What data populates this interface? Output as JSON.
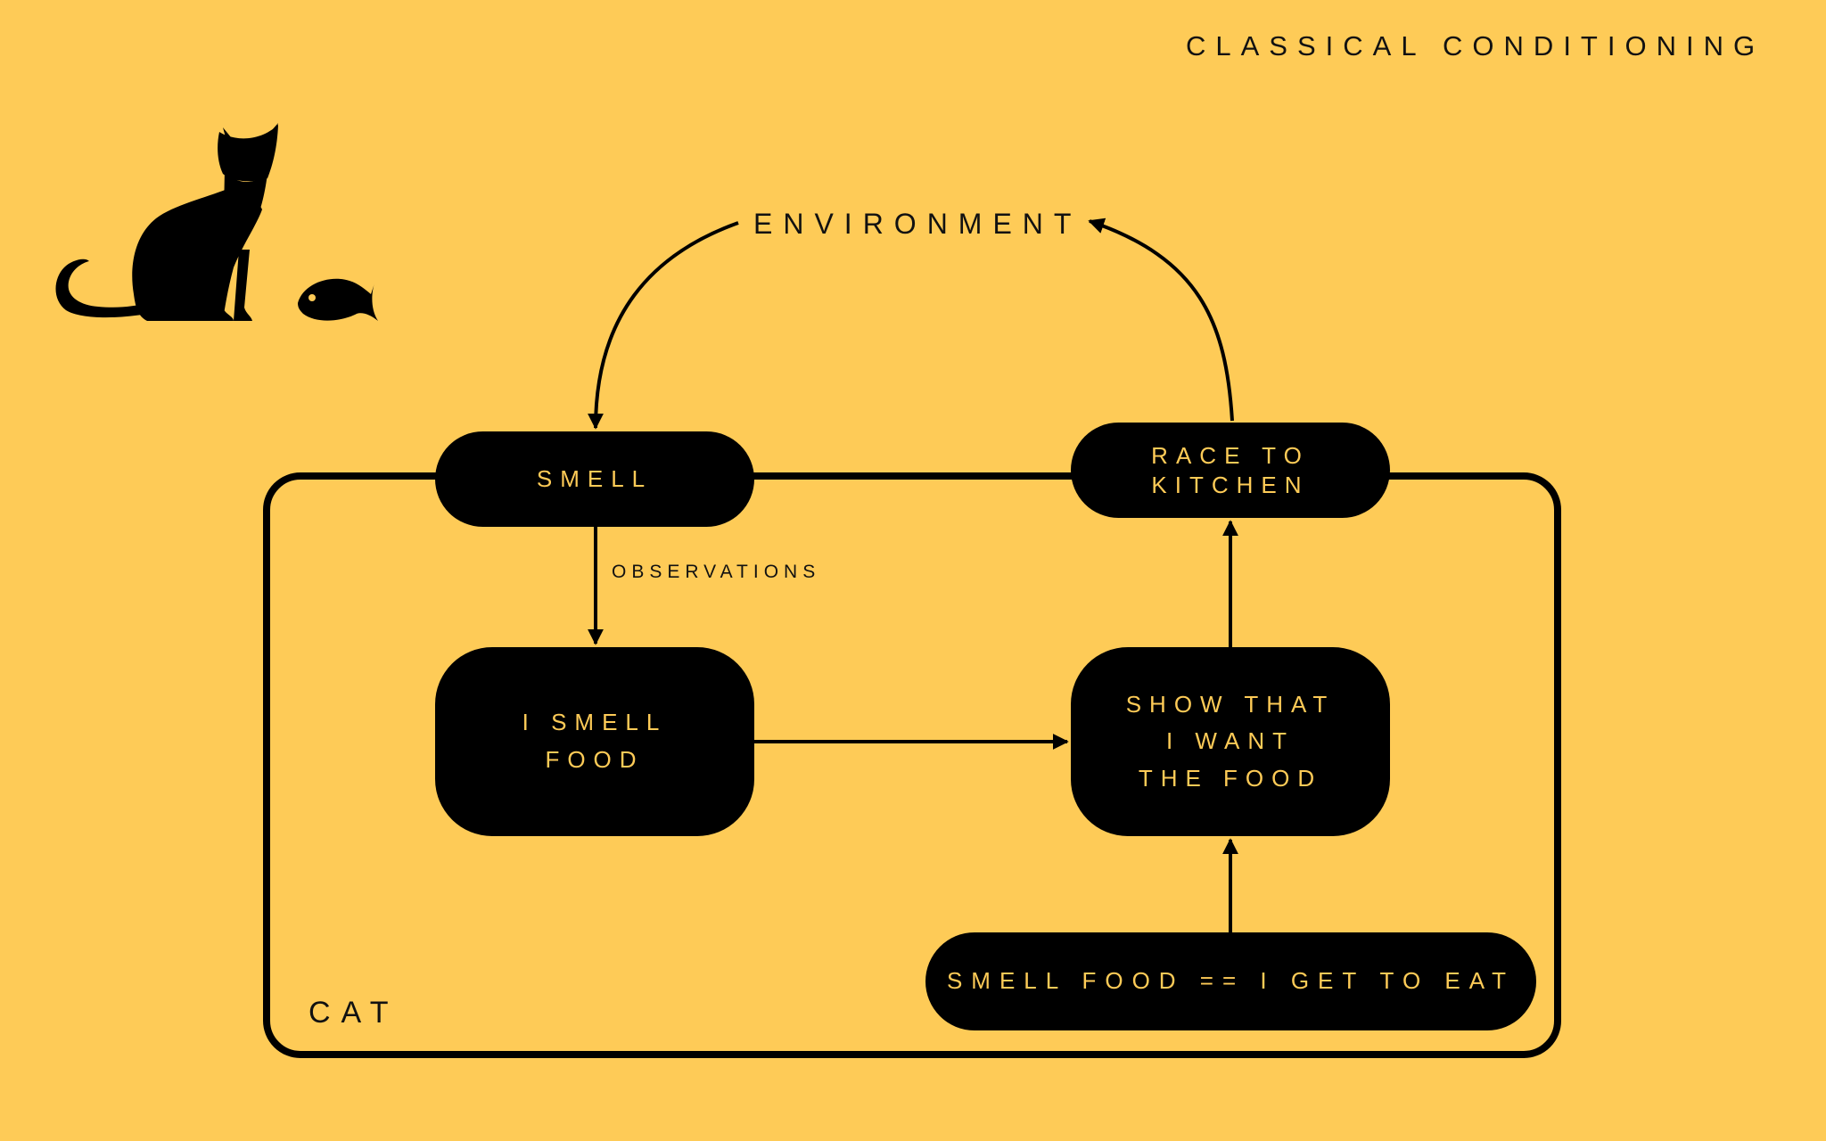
{
  "title": "CLASSICAL CONDITIONING",
  "environment_label": "ENVIRONMENT",
  "edge_label_observations": "OBSERVATIONS",
  "container_label": "CAT",
  "nodes": {
    "smell": "SMELL",
    "race_to_kitchen": "RACE TO\nKITCHEN",
    "i_smell_food": "I SMELL\nFOOD",
    "show_that_i_want_the_food": "SHOW THAT\nI WANT\nTHE FOOD",
    "rule": "SMELL FOOD == I GET TO EAT"
  },
  "icons": [
    "cat-silhouette-icon",
    "fish-icon"
  ],
  "colors": {
    "background": "#FECB57",
    "node_fill": "#000000",
    "node_text": "#FECB57",
    "line": "#000000"
  }
}
